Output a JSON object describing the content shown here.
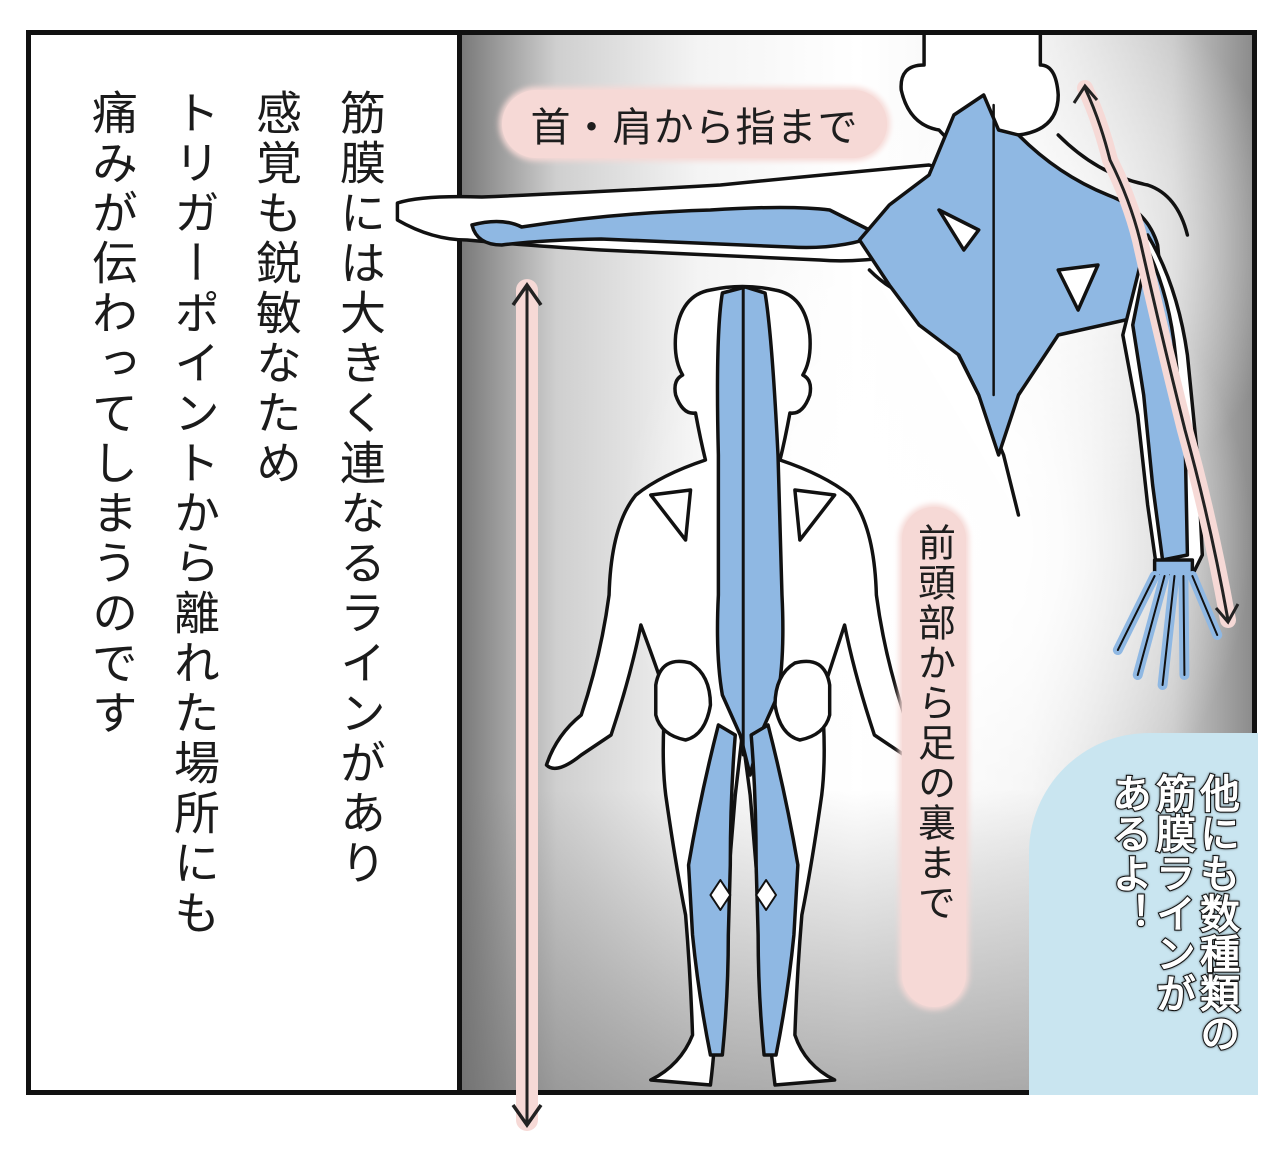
{
  "panel": {
    "narration": {
      "lines": [
        "筋膜には大きく連なるラインがあり",
        "感覚も鋭敏なため",
        "トリガーポイントから離れた場所にも",
        "痛みが伝わってしまうのです"
      ]
    },
    "labels": {
      "neck_shoulder_to_fingers": "首・肩から指まで",
      "forehead_to_sole": "前頭部から足の裏まで"
    },
    "speech_balloon": {
      "lines": [
        "他にも数種類の",
        "筋膜ラインが",
        "あるよ！"
      ]
    },
    "figures": {
      "upper": "arm-line-figure",
      "lower": "back-line-figure"
    }
  },
  "colors": {
    "fascia_blue": "#8fb8e3",
    "label_pink": "#f6d9d6",
    "balloon_blue": "#c9e5f0",
    "ink": "#111111"
  }
}
